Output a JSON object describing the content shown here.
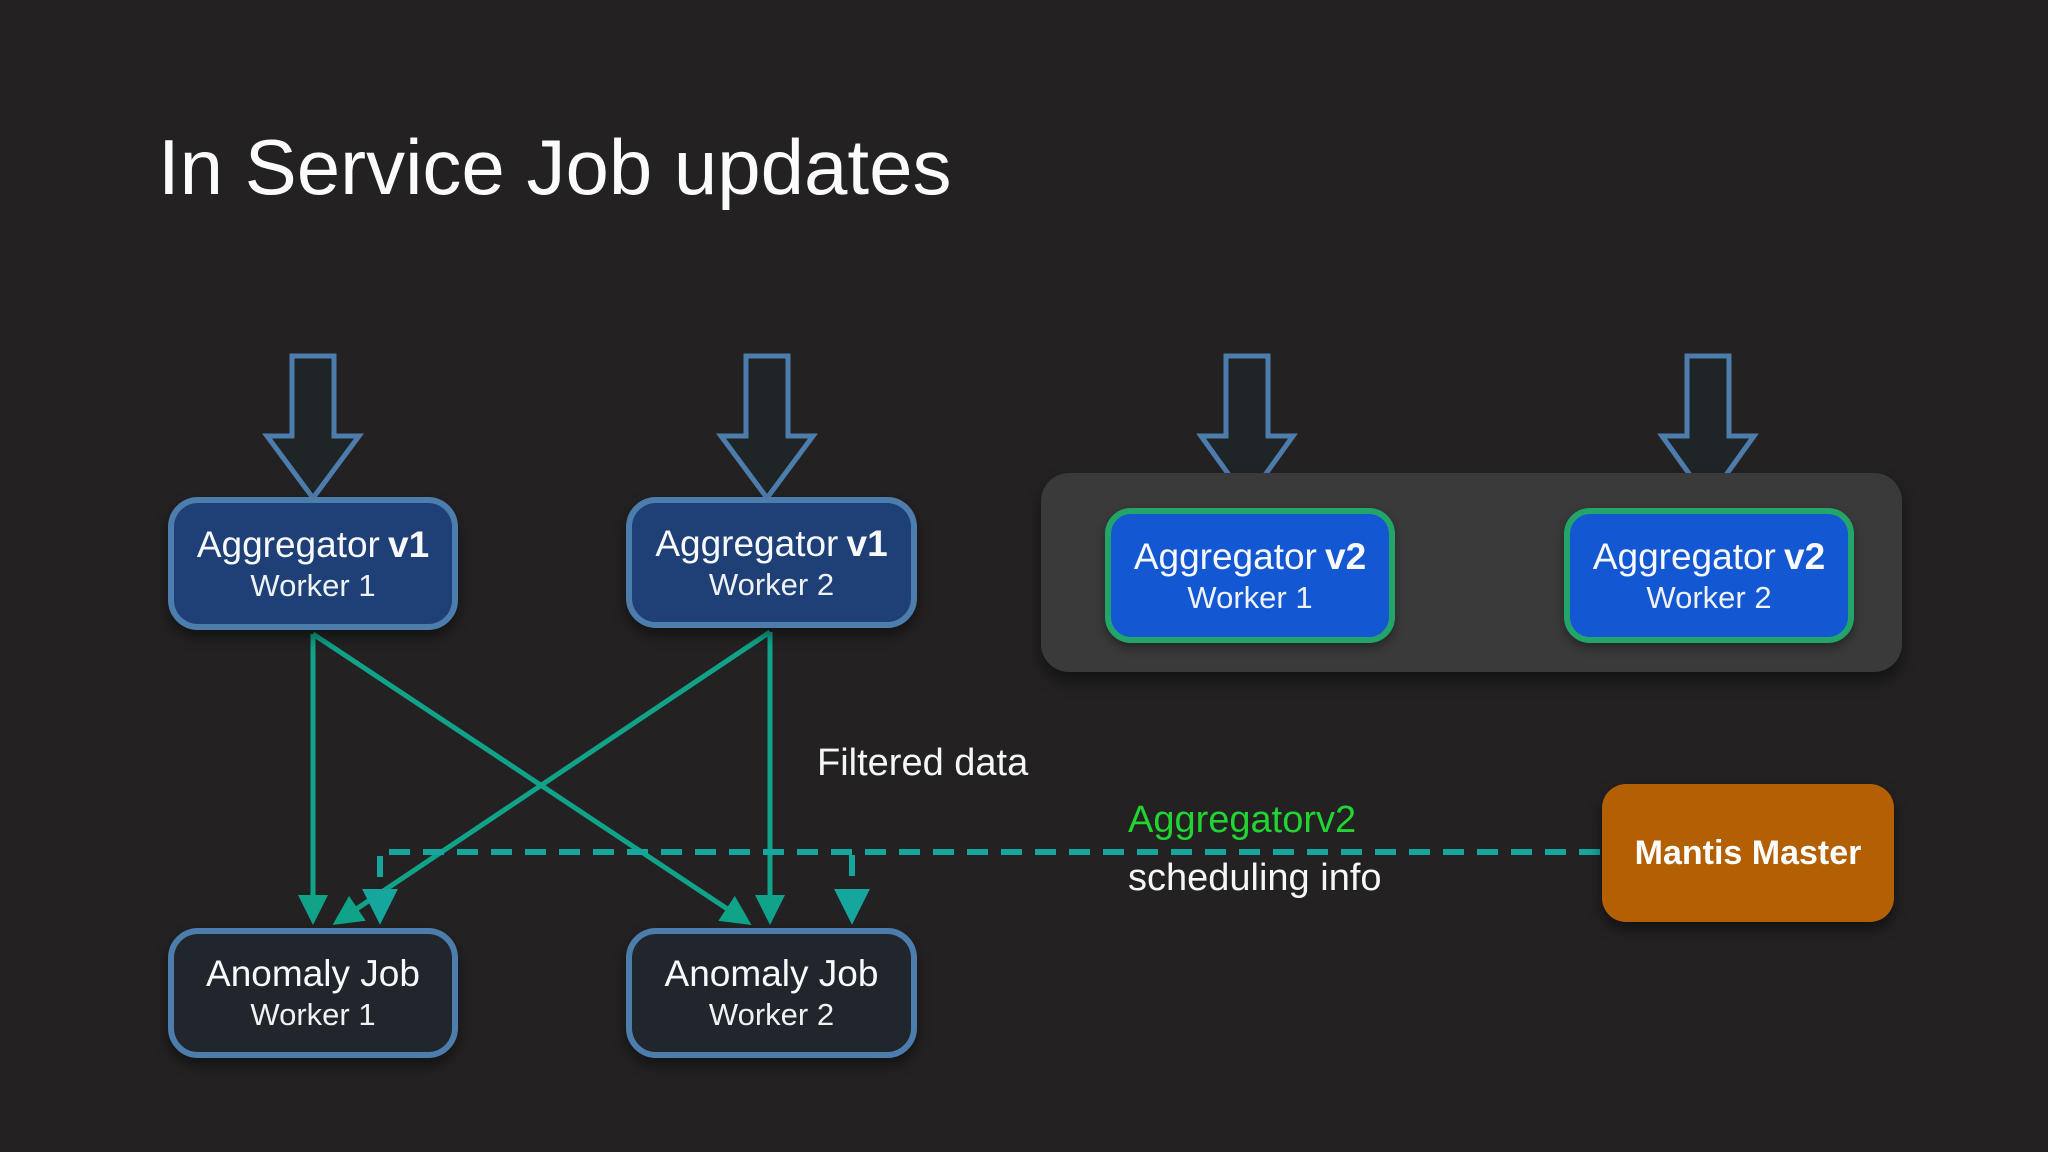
{
  "title": "In Service Job updates",
  "nodes": {
    "agg_v1_w1": {
      "name": "Aggregator",
      "version": "v1",
      "worker": "Worker 1"
    },
    "agg_v1_w2": {
      "name": "Aggregator",
      "version": "v1",
      "worker": "Worker 2"
    },
    "agg_v2_w1": {
      "name": "Aggregator",
      "version": "v2",
      "worker": "Worker 1"
    },
    "agg_v2_w2": {
      "name": "Aggregator",
      "version": "v2",
      "worker": "Worker 2"
    },
    "anomaly_w1": {
      "name": "Anomaly Job",
      "worker": "Worker 1"
    },
    "anomaly_w2": {
      "name": "Anomaly Job",
      "worker": "Worker 2"
    },
    "mantis": {
      "name": "Mantis Master"
    }
  },
  "labels": {
    "filtered_data": "Filtered data",
    "scheduling": {
      "name": "Aggregator",
      "version": "v2",
      "line2": "scheduling info"
    }
  },
  "colors": {
    "background": "#232121",
    "v1_box_fill": "#1e4077",
    "v1_box_border": "#4d7dad",
    "v2_box_fill": "#1457d3",
    "v2_box_border": "#23a56a",
    "anomaly_box_fill": "#20262b",
    "anomaly_box_border": "#4d7dad",
    "v2_container_fill": "#3b3a3a",
    "mantis_fill": "#b36005",
    "solid_connector": "#10a389",
    "dashed_connector": "#15a79e",
    "big_arrow_outline": "#4d7dad",
    "green_label_text": "#22d431",
    "text": "#f5f7f9"
  }
}
